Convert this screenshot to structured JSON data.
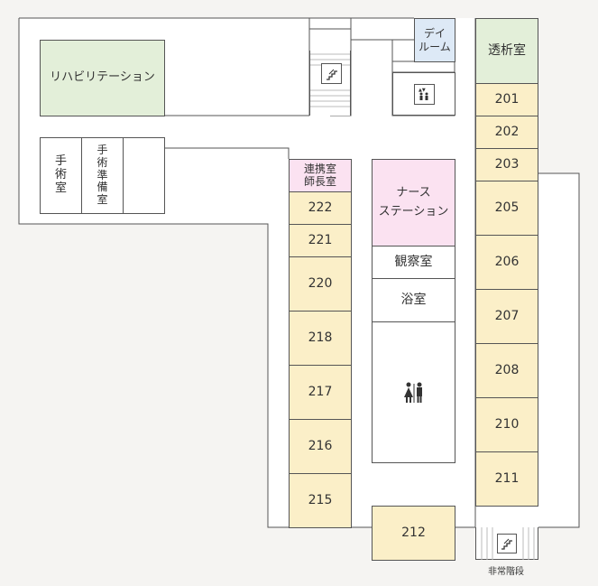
{
  "rooms": {
    "rehab": "リハビリテーション",
    "surgery": [
      "手",
      "術",
      "室"
    ],
    "surgery_prep": [
      "手",
      "術",
      "準",
      "備",
      "室"
    ],
    "dayroom": "デイ\nルーム",
    "dialysis": "透析室",
    "renkei": "連携室",
    "shicho": "師長室",
    "nurse_station": "ナース\nステーション",
    "observation": "観察室",
    "bath": "浴室",
    "emergency_stairs": "非常階段"
  },
  "room_numbers": {
    "right_column": [
      "201",
      "202",
      "203",
      "205",
      "206",
      "207",
      "208",
      "210",
      "211"
    ],
    "left_column": [
      "222",
      "221",
      "220",
      "218",
      "217",
      "216",
      "215"
    ],
    "bottom": "212"
  },
  "icons": [
    "stairs-icon",
    "elevator-icon",
    "restroom-icon",
    "emergency-stairs-icon"
  ],
  "colors": {
    "patient_room": "#fbefc8",
    "rehab": "#e3efd9",
    "nurse": "#fbe2f1",
    "dayroom": "#dde9f6"
  }
}
